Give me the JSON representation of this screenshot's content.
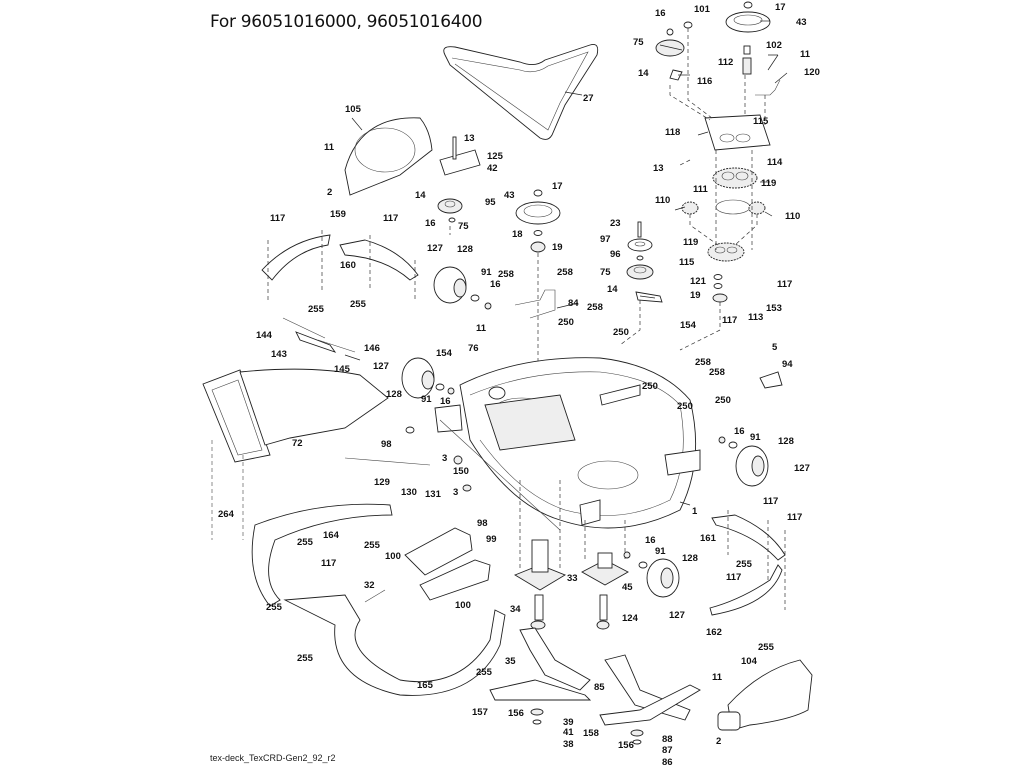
{
  "title": "For 96051016000, 96051016400",
  "footer": "tex-deck_TexCRD-Gen2_92_r2",
  "labels": [
    {
      "id": "l16a",
      "text": "16"
    },
    {
      "id": "l101",
      "text": "101"
    },
    {
      "id": "l17a",
      "text": "17"
    },
    {
      "id": "l43a",
      "text": "43"
    },
    {
      "id": "l75a",
      "text": "75"
    },
    {
      "id": "l102",
      "text": "102"
    },
    {
      "id": "l112",
      "text": "112"
    },
    {
      "id": "l11a",
      "text": "11"
    },
    {
      "id": "l14a",
      "text": "14"
    },
    {
      "id": "l116",
      "text": "116"
    },
    {
      "id": "l120",
      "text": "120"
    },
    {
      "id": "l27",
      "text": "27"
    },
    {
      "id": "l105",
      "text": "105"
    },
    {
      "id": "l115a",
      "text": "115"
    },
    {
      "id": "l118",
      "text": "118"
    },
    {
      "id": "l13a",
      "text": "13"
    },
    {
      "id": "l114",
      "text": "114"
    },
    {
      "id": "l119a",
      "text": "119"
    },
    {
      "id": "l111",
      "text": "111"
    },
    {
      "id": "l110a",
      "text": "110"
    },
    {
      "id": "l110b",
      "text": "110"
    },
    {
      "id": "l119b",
      "text": "119"
    },
    {
      "id": "l115b",
      "text": "115"
    },
    {
      "id": "l121",
      "text": "121"
    },
    {
      "id": "l117a",
      "text": "117"
    },
    {
      "id": "l19b",
      "text": "19"
    },
    {
      "id": "l153",
      "text": "153"
    },
    {
      "id": "l113",
      "text": "113"
    },
    {
      "id": "l117b",
      "text": "117"
    },
    {
      "id": "l11b",
      "text": "11"
    },
    {
      "id": "l13b",
      "text": "13"
    },
    {
      "id": "l125",
      "text": "125"
    },
    {
      "id": "l42",
      "text": "42"
    },
    {
      "id": "l2a",
      "text": "2"
    },
    {
      "id": "l14b",
      "text": "14"
    },
    {
      "id": "l95",
      "text": "95"
    },
    {
      "id": "l43b",
      "text": "43"
    },
    {
      "id": "l17b",
      "text": "17"
    },
    {
      "id": "l16b",
      "text": "16"
    },
    {
      "id": "l75b",
      "text": "75"
    },
    {
      "id": "l18",
      "text": "18"
    },
    {
      "id": "l19a",
      "text": "19"
    },
    {
      "id": "l23",
      "text": "23"
    },
    {
      "id": "l97",
      "text": "97"
    },
    {
      "id": "l96",
      "text": "96"
    },
    {
      "id": "l75c",
      "text": "75"
    },
    {
      "id": "l14c",
      "text": "14"
    },
    {
      "id": "l117c",
      "text": "117"
    },
    {
      "id": "l159",
      "text": "159"
    },
    {
      "id": "l117d",
      "text": "117"
    },
    {
      "id": "l160",
      "text": "160"
    },
    {
      "id": "l127a",
      "text": "127"
    },
    {
      "id": "l128a",
      "text": "128"
    },
    {
      "id": "l91a",
      "text": "91"
    },
    {
      "id": "l16c",
      "text": "16"
    },
    {
      "id": "l258a",
      "text": "258"
    },
    {
      "id": "l258b",
      "text": "258"
    },
    {
      "id": "l84",
      "text": "84"
    },
    {
      "id": "l255a",
      "text": "255"
    },
    {
      "id": "l255b",
      "text": "255"
    },
    {
      "id": "l258c",
      "text": "258"
    },
    {
      "id": "l250a",
      "text": "250"
    },
    {
      "id": "l250b",
      "text": "250"
    },
    {
      "id": "l154a",
      "text": "154"
    },
    {
      "id": "l11c",
      "text": "11"
    },
    {
      "id": "l76",
      "text": "76"
    },
    {
      "id": "l144",
      "text": "144"
    },
    {
      "id": "l146",
      "text": "146"
    },
    {
      "id": "l143",
      "text": "143"
    },
    {
      "id": "l145",
      "text": "145"
    },
    {
      "id": "l127b",
      "text": "127"
    },
    {
      "id": "l154b",
      "text": "154"
    },
    {
      "id": "l128b",
      "text": "128"
    },
    {
      "id": "l91b",
      "text": "91"
    },
    {
      "id": "l16d",
      "text": "16"
    },
    {
      "id": "l5",
      "text": "5"
    },
    {
      "id": "l94",
      "text": "94"
    },
    {
      "id": "l258d",
      "text": "258"
    },
    {
      "id": "l258e",
      "text": "258"
    },
    {
      "id": "l250c",
      "text": "250"
    },
    {
      "id": "l250d",
      "text": "250"
    },
    {
      "id": "l250e",
      "text": "250"
    },
    {
      "id": "l72",
      "text": "72"
    },
    {
      "id": "l98a",
      "text": "98"
    },
    {
      "id": "l3a",
      "text": "3"
    },
    {
      "id": "l150",
      "text": "150"
    },
    {
      "id": "l129",
      "text": "129"
    },
    {
      "id": "l130",
      "text": "130"
    },
    {
      "id": "l131",
      "text": "131"
    },
    {
      "id": "l3b",
      "text": "3"
    },
    {
      "id": "l16e",
      "text": "16"
    },
    {
      "id": "l91c",
      "text": "91"
    },
    {
      "id": "l128c",
      "text": "128"
    },
    {
      "id": "l127c",
      "text": "127"
    },
    {
      "id": "l1",
      "text": "1"
    },
    {
      "id": "l98b",
      "text": "98"
    },
    {
      "id": "l264",
      "text": "264"
    },
    {
      "id": "l164",
      "text": "164"
    },
    {
      "id": "l255c",
      "text": "255"
    },
    {
      "id": "l255d",
      "text": "255"
    },
    {
      "id": "l99",
      "text": "99"
    },
    {
      "id": "l100a",
      "text": "100"
    },
    {
      "id": "l117e",
      "text": "117"
    },
    {
      "id": "l32",
      "text": "32"
    },
    {
      "id": "l255e",
      "text": "255"
    },
    {
      "id": "l100b",
      "text": "100"
    },
    {
      "id": "l33",
      "text": "33"
    },
    {
      "id": "l16f",
      "text": "16"
    },
    {
      "id": "l91d",
      "text": "91"
    },
    {
      "id": "l128d",
      "text": "128"
    },
    {
      "id": "l45",
      "text": "45"
    },
    {
      "id": "l117f",
      "text": "117"
    },
    {
      "id": "l117g",
      "text": "117"
    },
    {
      "id": "l161",
      "text": "161"
    },
    {
      "id": "l255f",
      "text": "255"
    },
    {
      "id": "l117h",
      "text": "117"
    },
    {
      "id": "l34",
      "text": "34"
    },
    {
      "id": "l124",
      "text": "124"
    },
    {
      "id": "l127d",
      "text": "127"
    },
    {
      "id": "l162",
      "text": "162"
    },
    {
      "id": "l255g",
      "text": "255"
    },
    {
      "id": "l255h",
      "text": "255"
    },
    {
      "id": "l255i",
      "text": "255"
    },
    {
      "id": "l165",
      "text": "165"
    },
    {
      "id": "l35",
      "text": "35"
    },
    {
      "id": "l85",
      "text": "85"
    },
    {
      "id": "l104",
      "text": "104"
    },
    {
      "id": "l11d",
      "text": "11"
    },
    {
      "id": "l157",
      "text": "157"
    },
    {
      "id": "l156a",
      "text": "156"
    },
    {
      "id": "l39",
      "text": "39"
    },
    {
      "id": "l41",
      "text": "41"
    },
    {
      "id": "l38",
      "text": "38"
    },
    {
      "id": "l158",
      "text": "158"
    },
    {
      "id": "l156b",
      "text": "156"
    },
    {
      "id": "l88",
      "text": "88"
    },
    {
      "id": "l87",
      "text": "87"
    },
    {
      "id": "l86",
      "text": "86"
    },
    {
      "id": "l2b",
      "text": "2"
    }
  ]
}
